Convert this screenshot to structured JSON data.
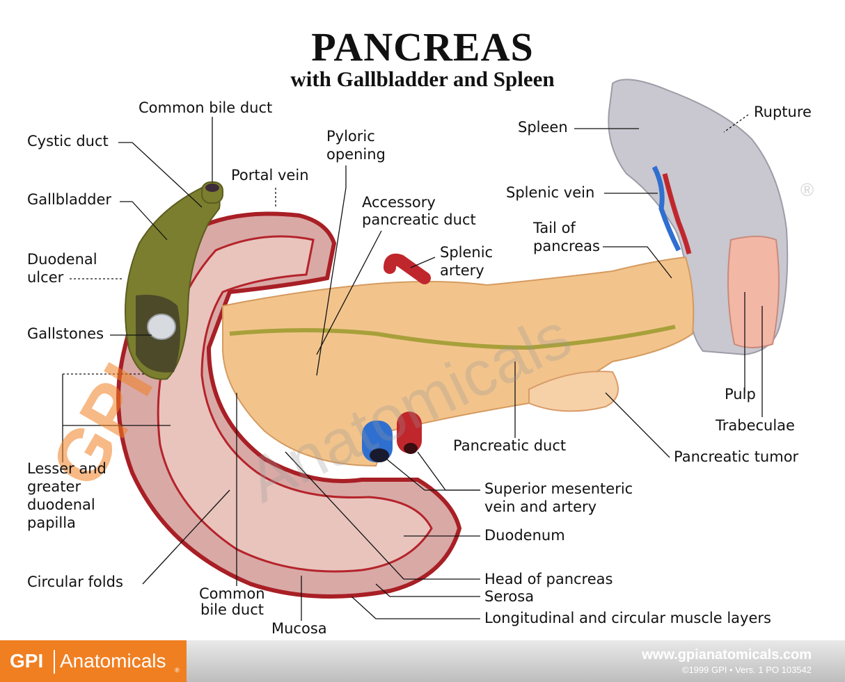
{
  "title": "PANCREAS",
  "subtitle": "with Gallbladder and Spleen",
  "labels": {
    "common_bile_duct_top": "Common bile duct",
    "cystic_duct": "Cystic duct",
    "gallbladder": "Gallbladder",
    "duodenal_ulcer_1": "Duodenal",
    "duodenal_ulcer_2": "ulcer",
    "gallstones": "Gallstones",
    "papilla_1": "Lesser and",
    "papilla_2": "greater",
    "papilla_3": "duodenal",
    "papilla_4": "papilla",
    "circular_folds": "Circular folds",
    "portal_vein": "Portal vein",
    "pyloric_1": "Pyloric",
    "pyloric_2": "opening",
    "accessory_1": "Accessory",
    "accessory_2": "pancreatic duct",
    "splenic_artery_1": "Splenic",
    "splenic_artery_2": "artery",
    "spleen": "Spleen",
    "rupture": "Rupture",
    "splenic_vein": "Splenic vein",
    "tail_1": "Tail of",
    "tail_2": "pancreas",
    "pulp": "Pulp",
    "trabeculae": "Trabeculae",
    "pancreatic_duct": "Pancreatic duct",
    "pancreatic_tumor": "Pancreatic tumor",
    "sma_1": "Superior mesenteric",
    "sma_2": "vein and artery",
    "duodenum": "Duodenum",
    "head": "Head of pancreas",
    "serosa": "Serosa",
    "muscle": "Longitudinal and circular muscle layers",
    "common_bile_duct_bottom_1": "Common",
    "common_bile_duct_bottom_2": "bile duct",
    "mucosa": "Mucosa"
  },
  "footer": {
    "brand_bold": "GPI",
    "brand_light": "Anatomicals",
    "registered": "®",
    "url": "www.gpianatomicals.com",
    "copyright": "©1999 GPI • Vers. 1 PO 103542"
  },
  "watermark": {
    "gpi": "GPI",
    "anatomicals": "Anatomicals",
    "registered": "®"
  },
  "colors": {
    "accent_orange": "#f07f22",
    "pancreas": "#f2c48c",
    "duodenum_wall": "#b5232a",
    "gallbladder": "#7b7e2e",
    "spleen": "#c9c7cf"
  }
}
